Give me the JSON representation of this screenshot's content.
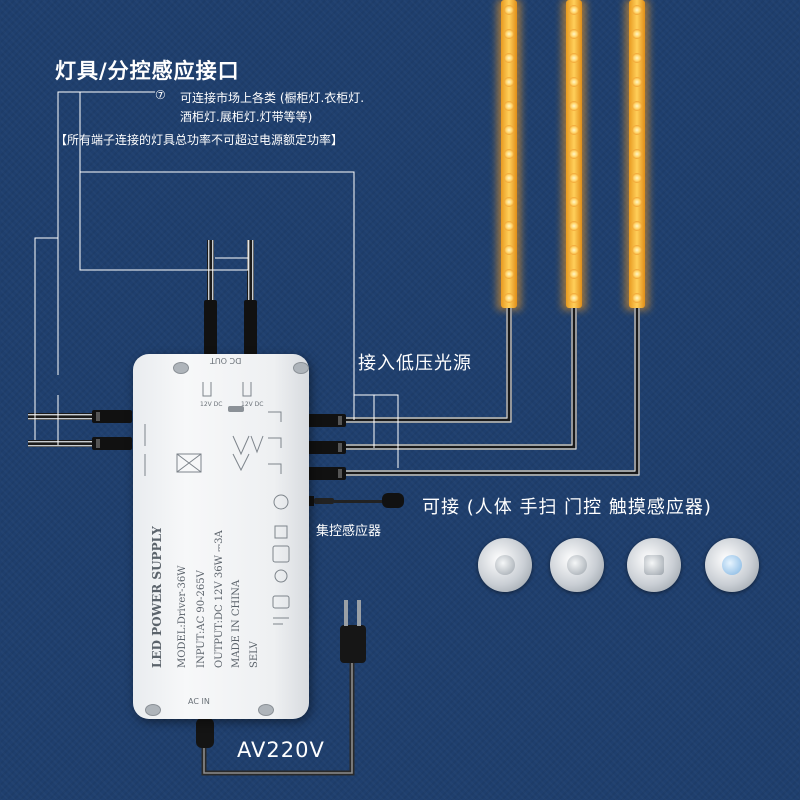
{
  "title": "灯具/分控感应接口",
  "note": {
    "number": "⑦",
    "line1": "可连接市场上各类 (橱柜灯.衣柜灯.",
    "line2": "酒柜灯.展柜灯.灯带等等)"
  },
  "warning": "【所有端子连接的灯具总功率不可超过电源额定功率】",
  "low_voltage_label": "接入低压光源",
  "sensor_port_label": "集控感应器",
  "sensor_types_label": "可接 (人体 手扫 门控 触摸感应器)",
  "mains_label": "AV220V",
  "device": {
    "brand": "LED POWER SUPPLY",
    "model": "MODEL:Driver-36W",
    "input": "INPUT:AC 90-265V",
    "output": "OUTPUT:DC 12V 36W ⎓3A",
    "made_in": "MADE IN CHINA",
    "selv": "SELV",
    "dc_label": "12V DC",
    "ac_in_label": "AC IN",
    "dc_out_label": "DC OUT"
  },
  "sensor_icons": [
    "body-sensor-icon",
    "hand-sweep-sensor-icon",
    "door-sensor-icon",
    "touch-sensor-icon"
  ],
  "colors": {
    "background": "#1f3f6e",
    "led": "#ffb23a",
    "text": "#ffffff",
    "device": "#eef0f2"
  }
}
